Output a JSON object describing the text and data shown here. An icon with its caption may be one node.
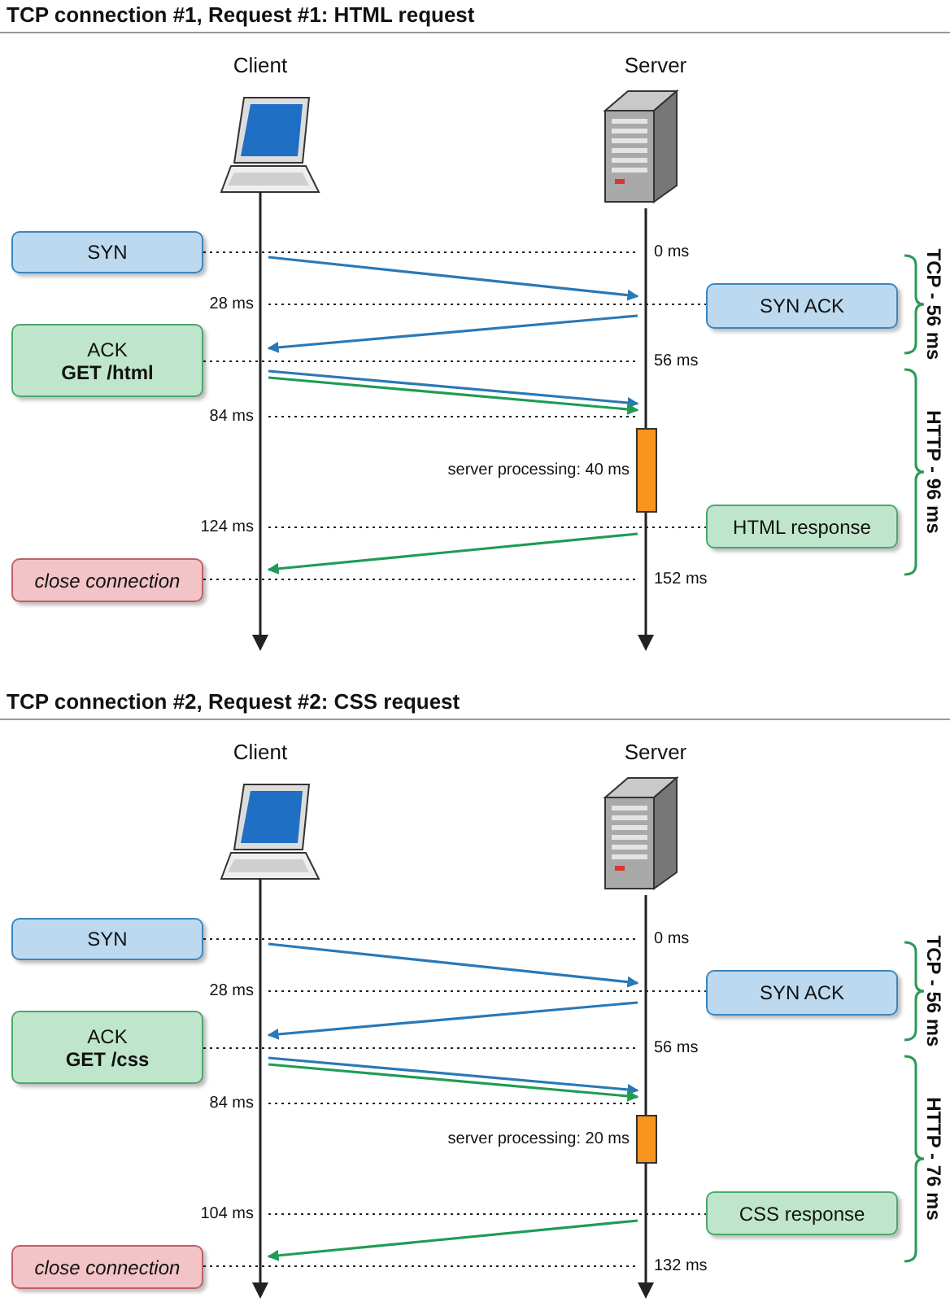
{
  "diagram": {
    "nodes": [
      {
        "text": [],
        "shape": "line"
      },
      {
        "text": [],
        "shape": "line"
      },
      {
        "text": [
          "SYN"
        ]
      },
      {
        "text": [
          "SYN ACK"
        ]
      },
      {
        "text": [
          "ACK",
          "GET /html"
        ]
      },
      {
        "text": [],
        "shape": "bar",
        "beside": [
          "server processing: 40 ms"
        ]
      },
      {
        "text": [
          "HTML response"
        ]
      },
      {
        "text": [
          "close connection"
        ]
      },
      {
        "text": [],
        "shape": "line"
      },
      {
        "text": [],
        "shape": "line"
      },
      {
        "text": [
          "SYN"
        ]
      },
      {
        "text": [
          "SYN ACK"
        ]
      },
      {
        "text": [
          "ACK",
          "GET /css"
        ]
      },
      {
        "text": [],
        "shape": "bar",
        "beside": [
          "server processing: 20 ms"
        ]
      },
      {
        "text": [
          "CSS response"
        ]
      },
      {
        "text": [
          "close connection"
        ]
      }
    ],
    "edges": [
      {
        "from": 0,
        "to": 1,
        "arrow": "to",
        "color": "#2a78b6"
      },
      {
        "from": 1,
        "to": 0,
        "arrow": "to",
        "color": "#2a78b6"
      },
      {
        "from": 0,
        "to": 1,
        "arrow": "to",
        "color": "#2a78b6"
      },
      {
        "from": 0,
        "to": 1,
        "arrow": "to",
        "color": "#1e9c55"
      },
      {
        "from": 1,
        "to": 0,
        "arrow": "to",
        "color": "#1e9c55"
      },
      {
        "from": 2,
        "to": 1,
        "arrow": "none",
        "style": "dashed"
      },
      {
        "from": 0,
        "to": 3,
        "arrow": "none",
        "style": "dashed"
      },
      {
        "from": 4,
        "to": 1,
        "arrow": "none",
        "style": "dashed"
      },
      {
        "from": 0,
        "to": 1,
        "arrow": "none",
        "style": "dashed"
      },
      {
        "from": 0,
        "to": 6,
        "arrow": "none",
        "style": "dashed"
      },
      {
        "from": 7,
        "to": 1,
        "arrow": "none",
        "style": "dashed"
      },
      {
        "from": 8,
        "to": 9,
        "arrow": "to",
        "color": "#2a78b6"
      },
      {
        "from": 9,
        "to": 8,
        "arrow": "to",
        "color": "#2a78b6"
      },
      {
        "from": 8,
        "to": 9,
        "arrow": "to",
        "color": "#2a78b6"
      },
      {
        "from": 8,
        "to": 9,
        "arrow": "to",
        "color": "#1e9c55"
      },
      {
        "from": 9,
        "to": 8,
        "arrow": "to",
        "color": "#1e9c55"
      },
      {
        "from": 10,
        "to": 9,
        "arrow": "none",
        "style": "dashed"
      },
      {
        "from": 8,
        "to": 11,
        "arrow": "none",
        "style": "dashed"
      },
      {
        "from": 12,
        "to": 9,
        "arrow": "none",
        "style": "dashed"
      },
      {
        "from": 8,
        "to": 9,
        "arrow": "none",
        "style": "dashed"
      },
      {
        "from": 8,
        "to": 14,
        "arrow": "none",
        "style": "dashed"
      },
      {
        "from": 15,
        "to": 9,
        "arrow": "none",
        "style": "dashed"
      }
    ],
    "labels": [
      "TCP connection #1, Request #1: HTML request",
      "Client",
      "Server",
      "0 ms",
      "28 ms",
      "56 ms",
      "84 ms",
      "124 ms",
      "152 ms",
      "TCP - 56 ms",
      "HTTP - 96 ms",
      "TCP connection #2, Request #2: CSS request",
      "Client",
      "Server",
      "0 ms",
      "28 ms",
      "56 ms",
      "84 ms",
      "104 ms",
      "132 ms",
      "TCP - 56 ms",
      "HTTP - 76 ms"
    ]
  }
}
